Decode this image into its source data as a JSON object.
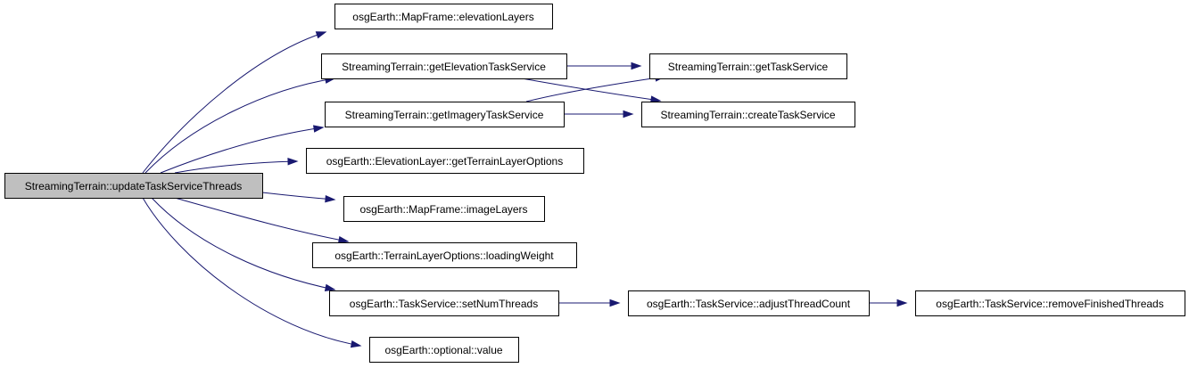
{
  "diagram": {
    "edge_color": "#191970",
    "root_fill": "#bfbfbf",
    "node_fill": "#ffffff",
    "nodes": [
      {
        "id": "updateTaskServiceThreads",
        "label": "StreamingTerrain::updateTaskServiceThreads",
        "root": true
      },
      {
        "id": "elevationLayers",
        "label": "osgEarth::MapFrame::elevationLayers"
      },
      {
        "id": "getElevationTaskService",
        "label": "StreamingTerrain::getElevationTaskService"
      },
      {
        "id": "getImageryTaskService",
        "label": "StreamingTerrain::getImageryTaskService"
      },
      {
        "id": "getTerrainLayerOptions",
        "label": "osgEarth::ElevationLayer::getTerrainLayerOptions"
      },
      {
        "id": "imageLayers",
        "label": "osgEarth::MapFrame::imageLayers"
      },
      {
        "id": "loadingWeight",
        "label": "osgEarth::TerrainLayerOptions::loadingWeight"
      },
      {
        "id": "setNumThreads",
        "label": "osgEarth::TaskService::setNumThreads"
      },
      {
        "id": "value",
        "label": "osgEarth::optional::value"
      },
      {
        "id": "getTaskService",
        "label": "StreamingTerrain::getTaskService"
      },
      {
        "id": "createTaskService",
        "label": "StreamingTerrain::createTaskService"
      },
      {
        "id": "adjustThreadCount",
        "label": "osgEarth::TaskService::adjustThreadCount"
      },
      {
        "id": "removeFinishedThreads",
        "label": "osgEarth::TaskService::removeFinishedThreads"
      }
    ],
    "edges": [
      {
        "from": "updateTaskServiceThreads",
        "to": "elevationLayers"
      },
      {
        "from": "updateTaskServiceThreads",
        "to": "getElevationTaskService"
      },
      {
        "from": "updateTaskServiceThreads",
        "to": "getImageryTaskService"
      },
      {
        "from": "updateTaskServiceThreads",
        "to": "getTerrainLayerOptions"
      },
      {
        "from": "updateTaskServiceThreads",
        "to": "imageLayers"
      },
      {
        "from": "updateTaskServiceThreads",
        "to": "loadingWeight"
      },
      {
        "from": "updateTaskServiceThreads",
        "to": "setNumThreads"
      },
      {
        "from": "updateTaskServiceThreads",
        "to": "value"
      },
      {
        "from": "getElevationTaskService",
        "to": "getTaskService"
      },
      {
        "from": "getElevationTaskService",
        "to": "createTaskService"
      },
      {
        "from": "getImageryTaskService",
        "to": "getTaskService"
      },
      {
        "from": "getImageryTaskService",
        "to": "createTaskService"
      },
      {
        "from": "setNumThreads",
        "to": "adjustThreadCount"
      },
      {
        "from": "adjustThreadCount",
        "to": "removeFinishedThreads"
      }
    ]
  }
}
